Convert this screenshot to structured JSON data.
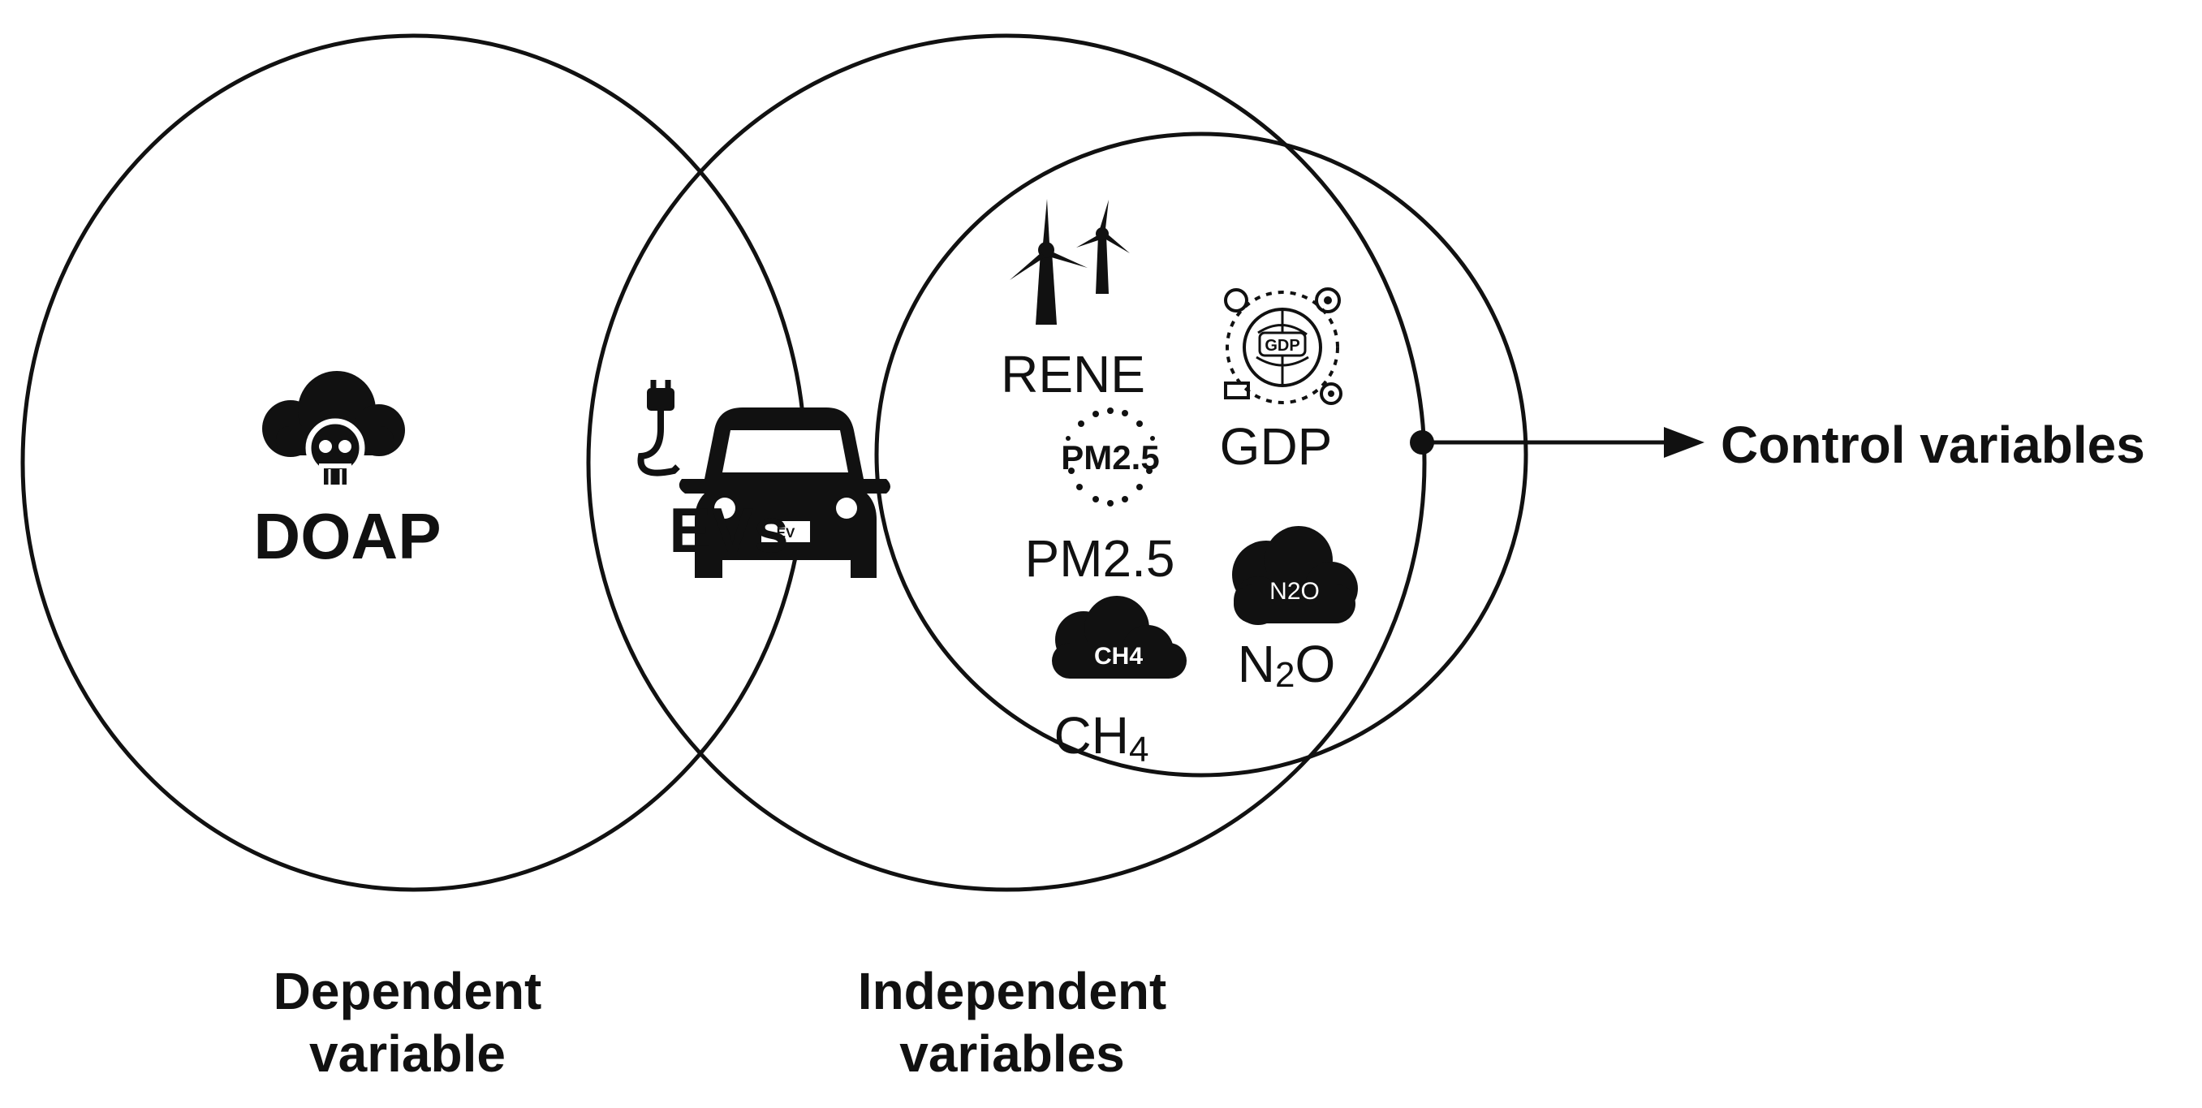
{
  "labels": {
    "doap": "DOAP",
    "evs": "EVs",
    "rene": "RENE",
    "gdp": "GDP",
    "pm25_icon_text": "PM2.5",
    "pm25": "PM2.5",
    "n2o_icon_text": "N2O",
    "n2o_main": "N",
    "n2o_sub": "2",
    "n2o_end": "O",
    "ch4_icon_text": "CH4",
    "ch4_main": "CH",
    "ch4_sub": "4",
    "gdp_icon_text": "GDP",
    "ev_badge": "EV",
    "control_variables": "Control variables",
    "dependent_line1": "Dependent",
    "dependent_line2": "variable",
    "independent_line1": "Independent",
    "independent_line2": "variables"
  },
  "icons": [
    "toxic-cloud-icon",
    "electric-car-icon",
    "wind-turbine-icon",
    "gdp-icon",
    "pm25-icon",
    "n2o-cloud-icon",
    "ch4-cloud-icon"
  ],
  "colors": {
    "stroke": "#111111",
    "background": "#ffffff"
  }
}
